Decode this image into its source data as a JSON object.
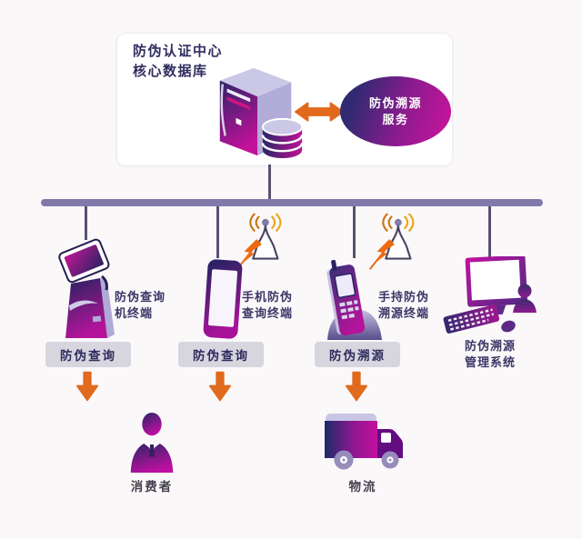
{
  "core_panel": {
    "title_line1": "防伪认证中心",
    "title_line2": "核心数据库",
    "server_icon": "server-with-database-icon",
    "link_icon": "double-headed-arrow-icon",
    "service_ellipse": {
      "line1": "防伪溯源",
      "line2": "服务"
    }
  },
  "terminals": [
    {
      "name": "kiosk-terminal",
      "icon": "kiosk-icon",
      "label_line1": "防伪查询",
      "label_line2": "机终端",
      "tag": "防伪查询",
      "has_antenna": false
    },
    {
      "name": "mobile-phone-terminal",
      "icon": "smartphone-icon",
      "label_line1": "手机防伪",
      "label_line2": "查询终端",
      "tag": "防伪查询",
      "has_antenna": true
    },
    {
      "name": "handheld-terminal",
      "icon": "handheld-scanner-icon",
      "label_line1": "手持防伪",
      "label_line2": "溯源终端",
      "tag": "防伪溯源",
      "has_antenna": true
    },
    {
      "name": "management-workstation",
      "icon": "desktop-computer-icon",
      "label_line1": "防伪溯源",
      "label_line2": "管理系统",
      "tag": null,
      "has_antenna": false
    }
  ],
  "endpoints": [
    {
      "name": "consumer",
      "icon": "person-icon",
      "label": "消费者"
    },
    {
      "name": "logistics",
      "icon": "truck-icon",
      "label": "物流"
    }
  ],
  "colors": {
    "accent_orange": "#e2691c",
    "bus_purple": "#8279aa",
    "gradient_navy": "#2a2568",
    "gradient_magenta": "#c01198",
    "tag_gray": "#d7d5de",
    "text_dark": "#38345f"
  }
}
